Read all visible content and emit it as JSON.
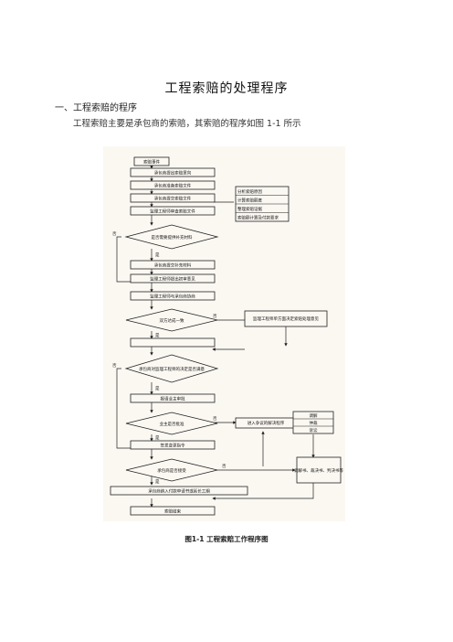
{
  "document": {
    "title": "工程索赔的处理程序",
    "section_heading": "一、工程索赔的程序",
    "paragraph": "工程索赔主要是承包商的索赔，其索赔的程序如图 1-1 所示",
    "figure_caption": "图1-1    工程索赔工作程序图"
  },
  "flowchart": {
    "steps": [
      "索赔事件",
      "承包商提出索赔意向",
      "承包商准备索赔文件",
      "承包商提交索赔文件",
      "监理工程师审查索赔文件",
      "是否需要提供补充材料",
      "承包商提交补充材料",
      "监理工程师提出初审意见",
      "监理工程师与承包商协商",
      "双方达成一致",
      "监理工程师单方面决定索赔处理意见",
      "承包商对监理工程师的决定是否满意",
      "报请业主审批",
      "业主是否批准",
      "签发变更指令",
      "承包商是否接受",
      "承包商纳入付款申请书或延长工期",
      "索赔结束"
    ],
    "side_boxes": [
      "分析索赔原因",
      "计算索赔额度",
      "整理索赔证据",
      "索赔额计算及付款要求"
    ],
    "dispute_box": "进入争议的解决程序",
    "dispute_options": [
      "调解",
      "仲裁",
      "诉讼"
    ],
    "result_box": "调解书、裁决书、判决书等",
    "labels": {
      "yes": "是",
      "no": "否"
    }
  }
}
